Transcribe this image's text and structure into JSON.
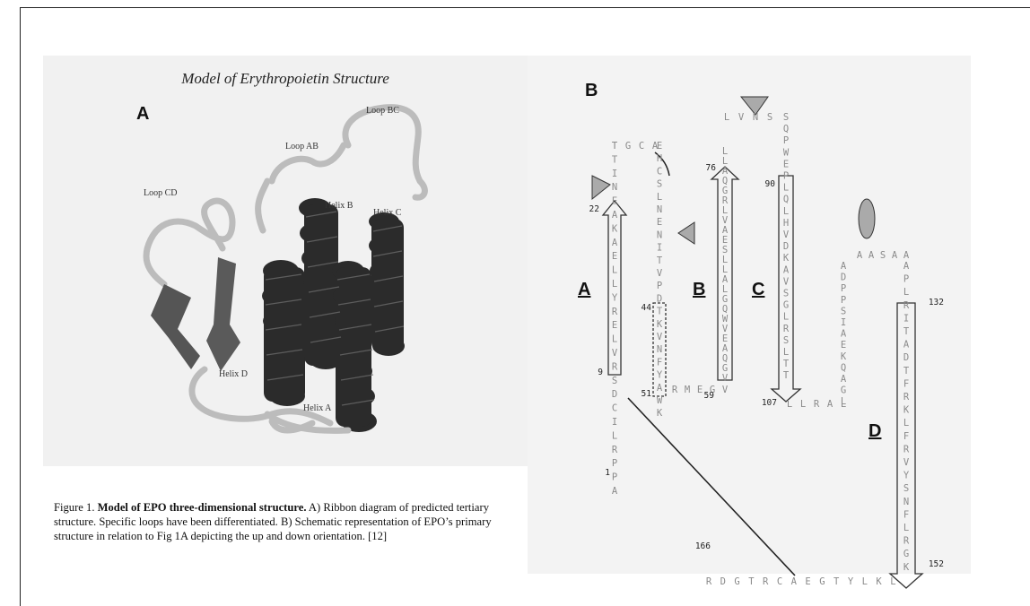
{
  "panel_a": {
    "title": "Model of Erythropoietin Structure",
    "panel_label": "A",
    "labels": {
      "loop_bc": "Loop BC",
      "loop_ab": "Loop AB",
      "loop_cd": "Loop CD",
      "helix_b": "Helix B",
      "helix_c": "Helix C",
      "helix_d": "Helix D",
      "helix_a": "Helix A"
    }
  },
  "panel_b": {
    "panel_label": "B",
    "helix_labels": [
      "A",
      "B",
      "C",
      "D"
    ],
    "residue_numbers": [
      "1",
      "9",
      "22",
      "44",
      "51",
      "59",
      "76",
      "90",
      "107",
      "132",
      "152",
      "166"
    ],
    "sequence_columns": [
      {
        "id": "col1",
        "residues": [
          "T",
          "T",
          "I",
          "N",
          "E",
          "A",
          "K",
          "A",
          "E",
          "L",
          "L",
          "Y",
          "R",
          "E",
          "L",
          "V",
          "R",
          "S",
          "D",
          "C",
          "I",
          "L",
          "R",
          "P",
          "P",
          "A"
        ]
      },
      {
        "id": "col2",
        "residues": [
          "E",
          "H",
          "C",
          "S",
          "L",
          "N",
          "E",
          "N",
          "I",
          "T",
          "V",
          "P",
          "D",
          "T",
          "K",
          "V",
          "N",
          "F",
          "Y",
          "A",
          "W",
          "K"
        ]
      },
      {
        "id": "col3",
        "residues": [
          "L",
          "L",
          "A",
          "Q",
          "G",
          "R",
          "L",
          "V",
          "A",
          "E",
          "S",
          "L",
          "L",
          "A",
          "L",
          "G",
          "Q",
          "W",
          "V",
          "E",
          "A",
          "Q",
          "G",
          "V"
        ]
      },
      {
        "id": "col4",
        "residues": [
          "S",
          "Q",
          "P",
          "W",
          "E",
          "P",
          "L",
          "Q",
          "L",
          "H",
          "V",
          "D",
          "K",
          "A",
          "V",
          "S",
          "G",
          "L",
          "R",
          "S",
          "L",
          "T",
          "T"
        ]
      },
      {
        "id": "col5",
        "residues": [
          "A",
          "D",
          "P",
          "P",
          "S",
          "I",
          "A",
          "E",
          "K",
          "Q",
          "A",
          "G",
          "L"
        ]
      },
      {
        "id": "col6",
        "residues": [
          "A",
          "P",
          "L",
          "R",
          "I",
          "T",
          "A",
          "D",
          "T",
          "F",
          "R",
          "K",
          "L",
          "F",
          "R",
          "V",
          "Y",
          "S",
          "N",
          "F",
          "L",
          "R",
          "G",
          "K"
        ]
      }
    ],
    "top_row_left": [
      "T",
      "G",
      "C",
      "A"
    ],
    "top_row_loop": [
      "L",
      "V",
      "N",
      "S"
    ],
    "middle_row": [
      "R",
      "M",
      "E",
      "G",
      "V"
    ],
    "right_row": [
      "L",
      "L",
      "R",
      "A",
      "L"
    ],
    "aasaa_row": [
      "A",
      "A",
      "S",
      "A",
      "A"
    ],
    "bottom_row": [
      "R",
      "D",
      "G",
      "T",
      "R",
      "C",
      "A",
      "E",
      "G",
      "T",
      "Y",
      "L",
      "K",
      "L"
    ]
  },
  "caption": {
    "prefix": "Figure 1. ",
    "bold": "Model of EPO three-dimensional structure.",
    "rest": " A) Ribbon diagram of predicted tertiary structure. Specific loops have been differentiated. B) Schematic representation of EPO’s primary structure in relation to Fig 1A depicting the up and down orientation. [12]"
  },
  "colors": {
    "helix": "#2b2b2b",
    "loop": "#c8c8c8",
    "residue_text": "#8a8a8a"
  }
}
